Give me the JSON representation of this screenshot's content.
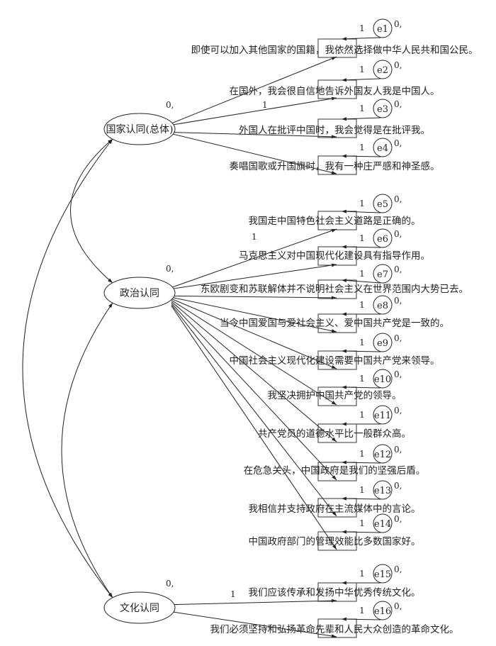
{
  "latents": [
    {
      "label": "国家认同(总体)",
      "mean_label": "0,"
    },
    {
      "label": "政治认同",
      "mean_label": "0,"
    },
    {
      "label": "文化认同",
      "mean_label": "0,"
    }
  ],
  "items": [
    {
      "text": "即使可以加入其他国家的国籍，我依然选择做中华人民共和国公民。",
      "error": "e1",
      "error_label": "0,",
      "path_label": "1",
      "factor": 0
    },
    {
      "text": "在国外，我会很自信地告诉外国友人我是中国人。",
      "error": "e2",
      "error_label": "0,",
      "path_label": "1",
      "factor": 0
    },
    {
      "text": "外国人在批评中国时，我会觉得是在批评我。",
      "error": "e3",
      "error_label": "0,",
      "path_label": "1",
      "factor": 0
    },
    {
      "text": "奏唱国歌或升国旗时，我有一种庄严感和神圣感。",
      "error": "e4",
      "error_label": "0,",
      "path_label": "1",
      "factor": 0
    },
    {
      "text": "我国走中国特色社会主义道路是正确的。",
      "error": "e5",
      "error_label": "0,",
      "path_label": "1",
      "factor": 1
    },
    {
      "text": "马克思主义对中国现代化建设具有指导作用。",
      "error": "e6",
      "error_label": "0,",
      "path_label": "1",
      "factor": 1
    },
    {
      "text": "东欧剧变和苏联解体并不说明社会主义在世界范围内大势已去。",
      "error": "e7",
      "error_label": "0,",
      "path_label": "1",
      "factor": 1
    },
    {
      "text": "当今中国爱国与爱社会主义、爱中国共产党是一致的。",
      "error": "e8",
      "error_label": "0,",
      "path_label": "1",
      "factor": 1
    },
    {
      "text": "中国社会主义现代化建设需要中国共产党来领导。",
      "error": "e9",
      "error_label": "0,",
      "path_label": "1",
      "factor": 1
    },
    {
      "text": "我坚决拥护中国共产党的领导。",
      "error": "e10",
      "error_label": "0,",
      "path_label": "1",
      "factor": 1
    },
    {
      "text": "共产党员的道德水平比一般群众高。",
      "error": "e11",
      "error_label": "0,",
      "path_label": "1",
      "factor": 1
    },
    {
      "text": "在危急关头，中国政府是我们的坚强后盾。",
      "error": "e12",
      "error_label": "0,",
      "path_label": "1",
      "factor": 1
    },
    {
      "text": "我相信并支持政府在主流媒体中的言论。",
      "error": "e13",
      "error_label": "0,",
      "path_label": "1",
      "factor": 1
    },
    {
      "text": "中国政府部门的管理效能比多数国家好。",
      "error": "e14",
      "error_label": "0,",
      "path_label": "1",
      "factor": 1
    },
    {
      "text": "我们应该传承和发扬中华优秀传统文化。",
      "error": "e15",
      "error_label": "0,",
      "path_label": "1",
      "factor": 2
    },
    {
      "text": "我们必须坚持和弘扬革命先辈和人民大众创造的革命文化。",
      "error": "e16",
      "error_label": "0,",
      "path_label": "1",
      "factor": 2
    }
  ],
  "loading_labels": [
    "1",
    "1",
    "1"
  ]
}
